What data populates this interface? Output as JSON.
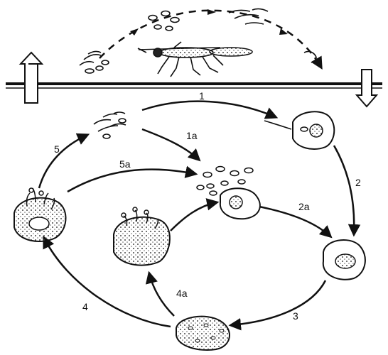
{
  "labels": {
    "step_1": "1",
    "step_1a": "1a",
    "step_2": "2",
    "step_2a": "2a",
    "step_3": "3",
    "step_4": "4",
    "step_4a": "4a",
    "step_5": "5",
    "step_5a": "5a"
  },
  "colors": {
    "ink": "#111111",
    "paper": "#ffffff",
    "stipple": "#555555"
  },
  "icons": {
    "up_arrow": "hollow-up-arrow-icon",
    "down_arrow": "hollow-down-arrow-icon",
    "vector": "insect-vector-icon"
  }
}
